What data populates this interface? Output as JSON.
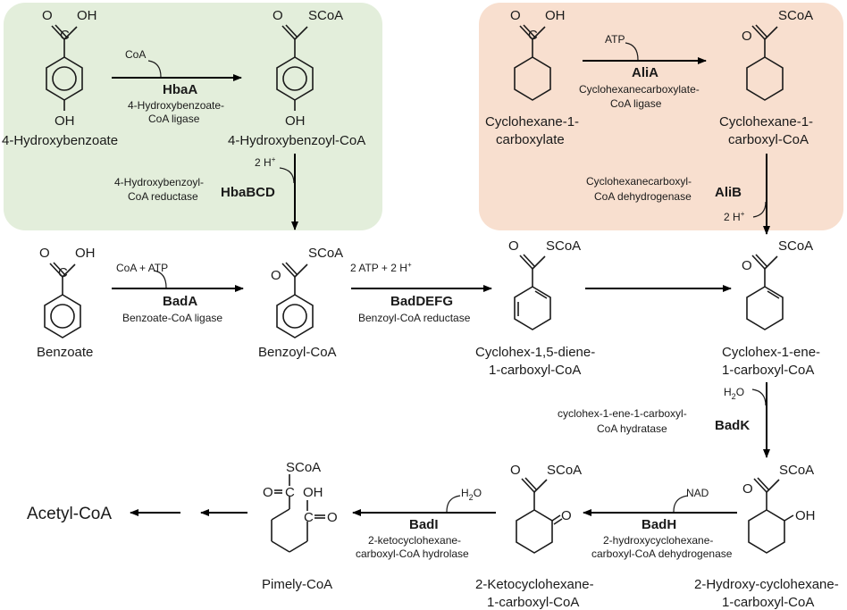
{
  "colors": {
    "box_green": "#e3eedb",
    "box_orange": "#f8dfcf",
    "ink": "#1a1a1a"
  },
  "compounds": {
    "hydroxybenzoate": "4-Hydroxybenzoate",
    "hydroxybenzoyl_coa": "4-Hydroxybenzoyl-CoA",
    "chcarboxylate_1": "Cyclohexane-1-",
    "chcarboxylate_2": "carboxylate",
    "chcarboxyl_coa_1": "Cyclohexane-1-",
    "chcarboxyl_coa_2": "carboxyl-CoA",
    "benzoate": "Benzoate",
    "benzoyl_coa": "Benzoyl-CoA",
    "diene_1": "Cyclohex-1,5-diene-",
    "diene_2": "1-carboxyl-CoA",
    "ene_1": "Cyclohex-1-ene-",
    "ene_2": "1-carboxyl-CoA",
    "hydroxy_1": "2-Hydroxy-cyclohexane-",
    "hydroxy_2": "1-carboxyl-CoA",
    "keto_1": "2-Ketocyclohexane-",
    "keto_2": "1-carboxyl-CoA",
    "pimelyl": "Pimely-CoA",
    "acetyl": "Acetyl-CoA"
  },
  "atoms": {
    "oh": "OH",
    "o": "O",
    "c": "C",
    "scoa": "SCoA"
  },
  "cofactors": {
    "coa": "CoA",
    "atp": "ATP",
    "coa_atp": "CoA + ATP",
    "atp_h": "2 ATP + 2 H",
    "h_plus_2": "2 H",
    "plus": "+",
    "h2o_h": "H",
    "h2o_2": "2",
    "h2o_o": "O",
    "nad": "NAD"
  },
  "enzymes": {
    "hbaa": {
      "name": "HbaA",
      "desc_1": "4-Hydroxybenzoate-",
      "desc_2": "CoA ligase"
    },
    "hbabcd": {
      "name": "HbaBCD",
      "desc_1": "4-Hydroxybenzoyl-",
      "desc_2": "CoA reductase"
    },
    "alia": {
      "name": "AliA",
      "desc_1": "Cyclohexanecarboxylate-",
      "desc_2": "CoA ligase"
    },
    "alib": {
      "name": "AliB",
      "desc_1": "Cyclohexanecarboxyl-",
      "desc_2": "CoA dehydrogenase"
    },
    "bada": {
      "name": "BadA",
      "desc_1": "Benzoate-CoA ligase"
    },
    "baddefg": {
      "name": "BadDEFG",
      "desc_1": "Benzoyl-CoA reductase"
    },
    "badk": {
      "name": "BadK",
      "desc_1": "cyclohex-1-ene-1-carboxyl-",
      "desc_2": "CoA hydratase"
    },
    "badh": {
      "name": "BadH",
      "desc_1": "2-hydroxycyclohexane-",
      "desc_2": "carboxyl-CoA dehydrogenase"
    },
    "badi": {
      "name": "BadI",
      "desc_1": "2-ketocyclohexane-",
      "desc_2": "carboxyl-CoA hydrolase"
    }
  }
}
